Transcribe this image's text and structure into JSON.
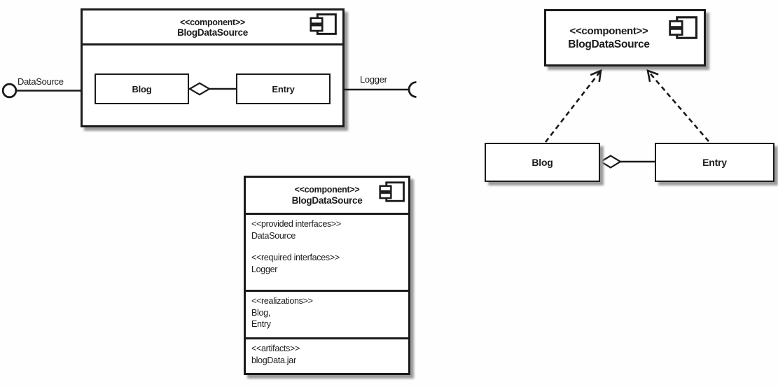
{
  "colors": {
    "ink": "#1b1b1b",
    "paper": "#ffffff",
    "shadow": "#9c9c9c"
  },
  "structured_view": {
    "stereotype": "<<component>>",
    "name": "BlogDataSource",
    "parts": {
      "blog": "Blog",
      "entry": "Entry"
    },
    "provided_interface_label": "DataSource",
    "required_interface_label": "Logger"
  },
  "realization_view": {
    "stereotype": "<<component>>",
    "name": "BlogDataSource",
    "classes": {
      "blog": "Blog",
      "entry": "Entry"
    }
  },
  "compartment_view": {
    "stereotype": "<<component>>",
    "name": "BlogDataSource",
    "provided_label": "<<provided interfaces>>",
    "provided_value": "DataSource",
    "required_label": "<<required interfaces>>",
    "required_value": "Logger",
    "realizations_label": "<<realizations>>",
    "realizations_items": [
      "Blog,",
      "Entry"
    ],
    "artifacts_label": "<<artifacts>>",
    "artifacts_value": "blogData.jar"
  }
}
